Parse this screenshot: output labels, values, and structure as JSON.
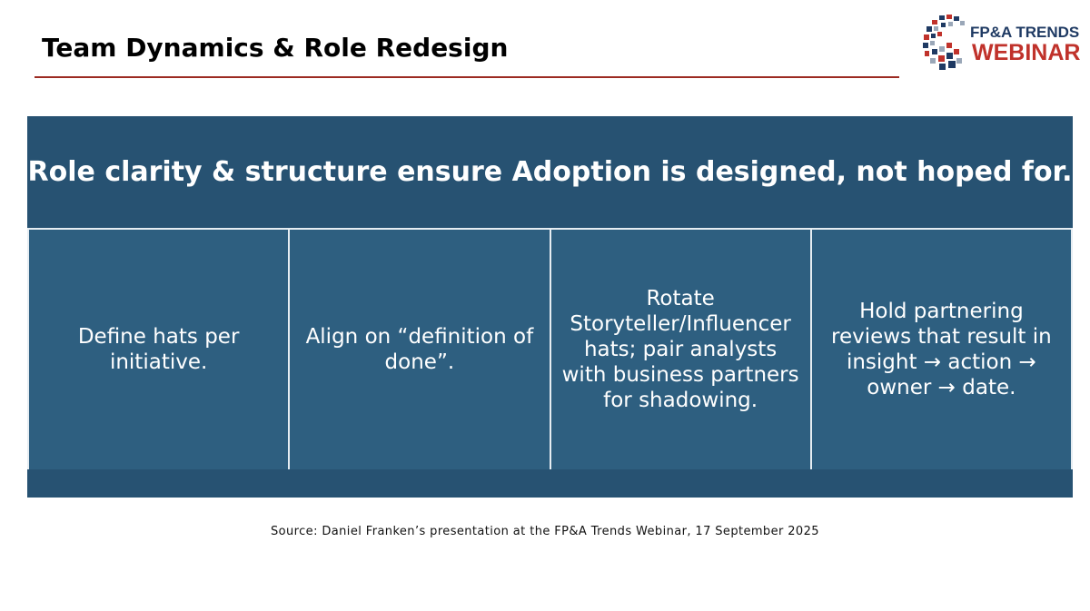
{
  "slide": {
    "title": "Team Dynamics & Role Redesign",
    "headline": "Role clarity & structure ensure Adoption is designed, not hoped for.",
    "cells": [
      "Define hats per initiative.",
      "Align on “definition of done”.",
      "Rotate Storyteller/Influencer hats; pair analysts with business partners for shadowing.",
      "Hold partnering reviews that result in insight → action → owner → date."
    ],
    "source": "Source: Daniel Franken’s presentation at the FP&A Trends Webinar, 17 September 2025"
  },
  "logo": {
    "line1": "FP&A TRENDS",
    "line2": "WEBINAR",
    "icon": "globe-mosaic-logo-icon"
  },
  "colors": {
    "accent_rule": "#9c2a22",
    "panel_dark": "#275272",
    "panel_cell": "#2e5f80",
    "logo_navy": "#1f3a63",
    "logo_red": "#c0322b"
  }
}
